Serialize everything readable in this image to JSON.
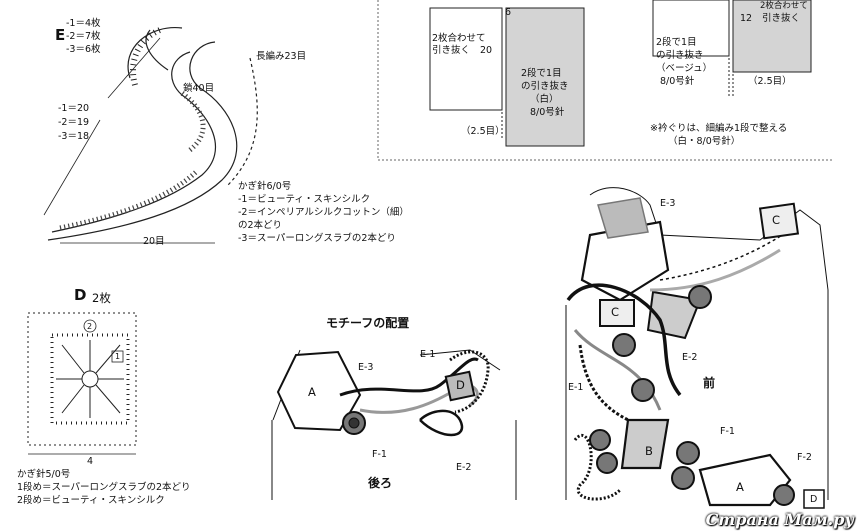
{
  "motif_e": {
    "title": "E",
    "counts": [
      "-1＝4枚",
      "-2＝7枚",
      "-3＝6枚"
    ],
    "chain_label": "鎖40目",
    "long_label": "長編み23目",
    "left_counts": [
      "-1＝20",
      "-2＝19",
      "-3＝18"
    ],
    "bottom_label": "20目",
    "hook": "かぎ針6/0号",
    "yarns": [
      "-1＝ビューティ・スキンシルク",
      "-2＝インペリアルシルクコットン（細）",
      "の2本どり",
      "-3＝スーパーロングスラブの2本どり"
    ]
  },
  "motif_d": {
    "title": "D",
    "count": "2枚",
    "width_label": "4",
    "hook": "かぎ針5/0号",
    "rows": [
      "1段め＝スーパーロングスラブの2本どり",
      "2段め＝ビューティ・スキンシルク"
    ],
    "markers": [
      "2",
      "1"
    ]
  },
  "seam_diagram": {
    "gap_label": "6",
    "left_note": [
      "2枚合わせて",
      "引き抜く",
      "20"
    ],
    "center_note": [
      "2段で1目",
      "の引き抜き",
      "（白）",
      "8/0号針"
    ],
    "left_bottom": "（2.5目）",
    "right_top": [
      "2枚合わせて",
      "12",
      "引き抜く"
    ],
    "right_note": [
      "2段で1目",
      "の引き抜き",
      "（ベージュ）",
      "8/0号針"
    ],
    "right_bottom": "（2.5目）",
    "collar_note": [
      "※衿ぐりは、細編み1段で整える",
      "（白・8/0号針）"
    ]
  },
  "layout": {
    "title": "モチーフの配置",
    "back_label": "後ろ",
    "front_label": "前",
    "back_parts": [
      "A",
      "D",
      "E-3",
      "E-1",
      "F-1",
      "E-2"
    ],
    "front_parts": [
      "E-3",
      "C",
      "C",
      "E-2",
      "E-1",
      "F-1",
      "B",
      "A",
      "F-2",
      "D"
    ]
  },
  "watermark": "Страна Мам.ру"
}
